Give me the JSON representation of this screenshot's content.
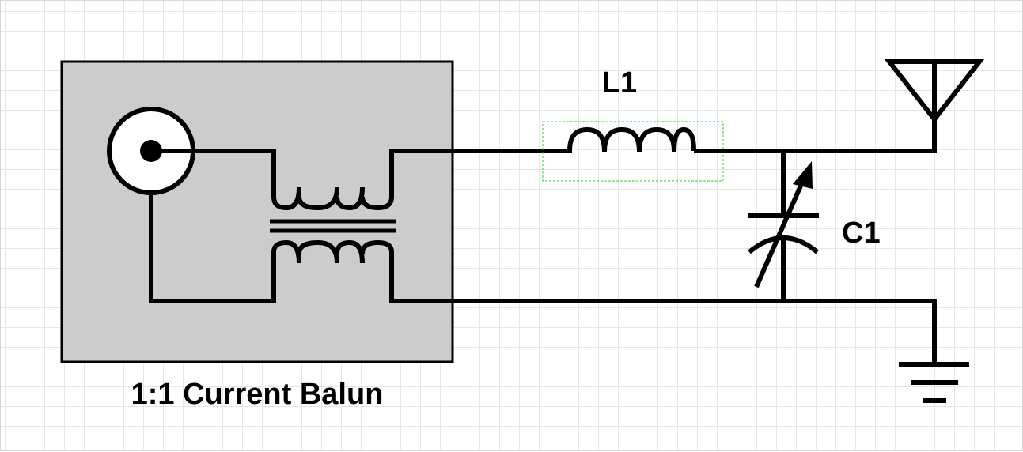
{
  "diagram": {
    "balun_label": "1:1 Current Balun",
    "inductor_label": "L1",
    "capacitor_label": "C1"
  },
  "colors": {
    "wire": "#000000",
    "balun_fill": "#cccccc",
    "grid_line": "#e6e6e6",
    "selection_outline": "#33cc33",
    "background": "#ffffff"
  }
}
